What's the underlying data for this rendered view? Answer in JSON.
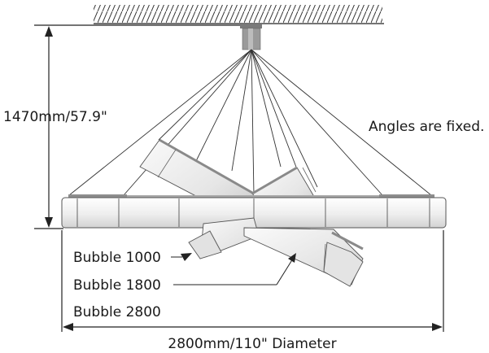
{
  "labels": {
    "height_dimension": "1470mm/57.9\"",
    "angles_note": "Angles are fixed.",
    "bubble_small": "Bubble 1000",
    "bubble_medium": "Bubble 1800",
    "bubble_large": "Bubble 2800",
    "diameter_dimension": "2800mm/110\" Diameter"
  },
  "colors": {
    "line": "#1a1a1a",
    "ring_fill": "#f2f2f2",
    "ring_stroke": "#555555",
    "mount": "#9a9a9a",
    "top_plate": "#8e8e8e"
  }
}
